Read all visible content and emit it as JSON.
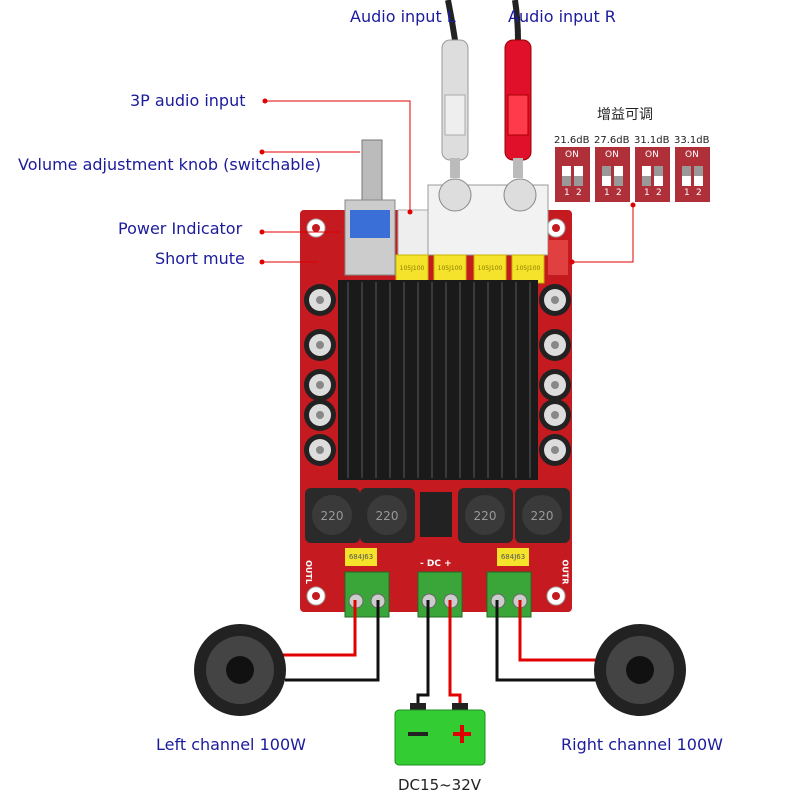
{
  "labels": {
    "audio_input_l": "Audio input L",
    "audio_input_r": "Audio input R",
    "audio_3p": "3P audio input",
    "volume_knob": "Volume adjustment knob (switchable)",
    "power_indicator": "Power Indicator",
    "short_mute": "Short mute",
    "left_channel": "Left channel 100W",
    "right_channel": "Right channel 100W",
    "dc_supply": "DC15~32V"
  },
  "gain": {
    "title": "增益可调",
    "switches": [
      {
        "label": "21.6dB",
        "on": "ON",
        "pins": [
          "1",
          "2"
        ],
        "states": [
          false,
          false
        ]
      },
      {
        "label": "27.6dB",
        "on": "ON",
        "pins": [
          "1",
          "2"
        ],
        "states": [
          true,
          false
        ]
      },
      {
        "label": "31.1dB",
        "on": "ON",
        "pins": [
          "1",
          "2"
        ],
        "states": [
          false,
          true
        ]
      },
      {
        "label": "33.1dB",
        "on": "ON",
        "pins": [
          "1",
          "2"
        ],
        "states": [
          true,
          true
        ]
      }
    ]
  },
  "board": {
    "inductor_marking": "220",
    "cap_marking": "684J63",
    "film_cap_marking": "105J100",
    "dc_label": "- DC +",
    "outl": "OUTL",
    "outr": "OUTR",
    "battery_minus": "−",
    "battery_plus": "+"
  },
  "colors": {
    "label": "#1b1b9c",
    "pcb": "#c41a20",
    "wire_red": "#e00000",
    "terminal": "#3aa63a",
    "battery": "#33cc33",
    "dip": "#b0303a"
  }
}
